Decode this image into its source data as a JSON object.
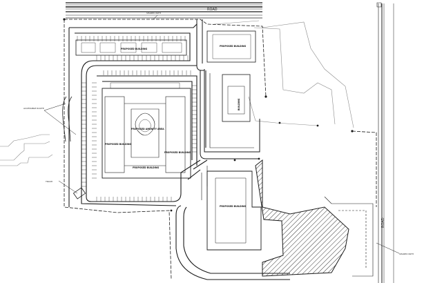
{
  "drawing": {
    "road_top_label": "ROAD",
    "road_right_label": "ROAD",
    "labels": {
      "building_nw": "PROPOSED BUILDING",
      "building_ne": "PROPOSED BUILDING",
      "building_center_left": "PROPOSED BUILDING",
      "building_center_right": "PROPOSED BUILDING",
      "building_s": "PROPOSED BUILDING",
      "building_e": "BUILDING",
      "clubhouse": "PROPOSED AMENITY AREA",
      "callout_left": "ACCESSIBLE ROUTE",
      "callout_trash": "TRASH",
      "callout_right": "SHARED PATH",
      "callout_top": "SHARED PATH"
    }
  },
  "colors": {
    "line": "#1a1a1a",
    "light": "#888888",
    "hatch": "#333333"
  }
}
